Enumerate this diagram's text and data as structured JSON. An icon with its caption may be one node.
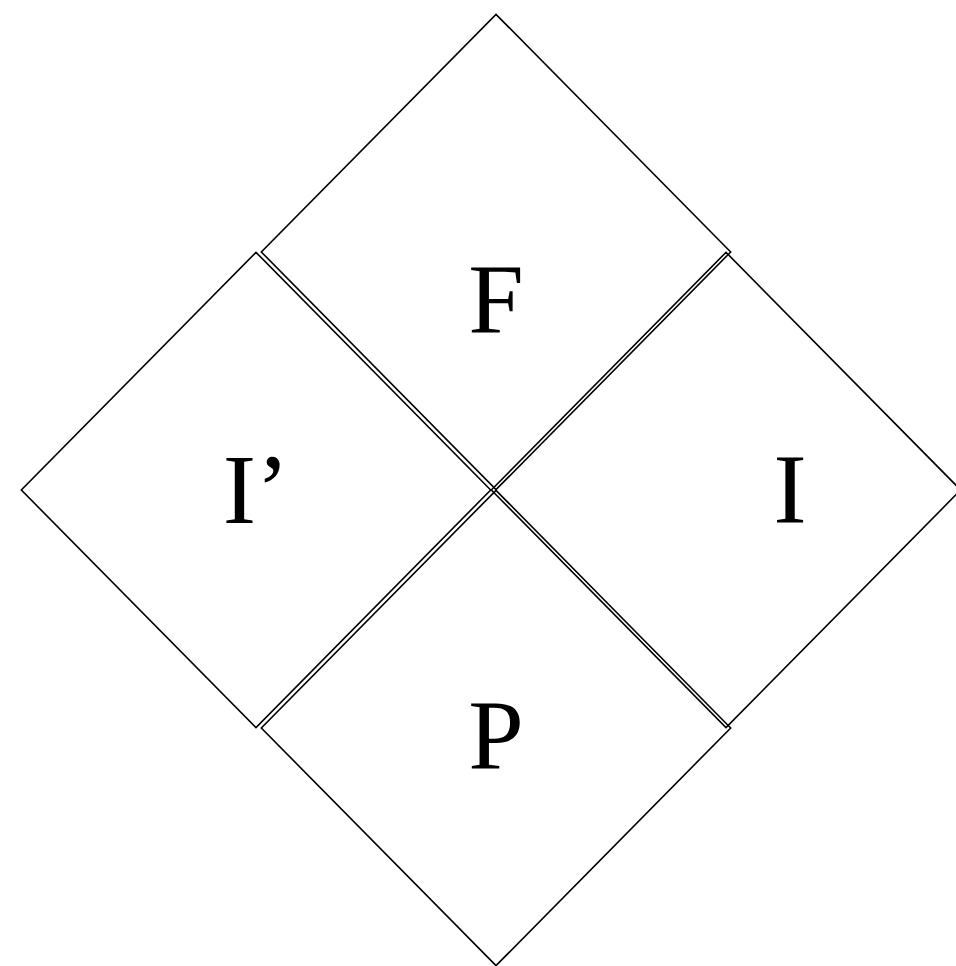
{
  "diagram": {
    "nodes": [
      {
        "text": [
          "F"
        ]
      },
      {
        "text": [
          "I’"
        ]
      },
      {
        "text": [
          "I"
        ]
      },
      {
        "text": [
          "P"
        ]
      }
    ]
  }
}
